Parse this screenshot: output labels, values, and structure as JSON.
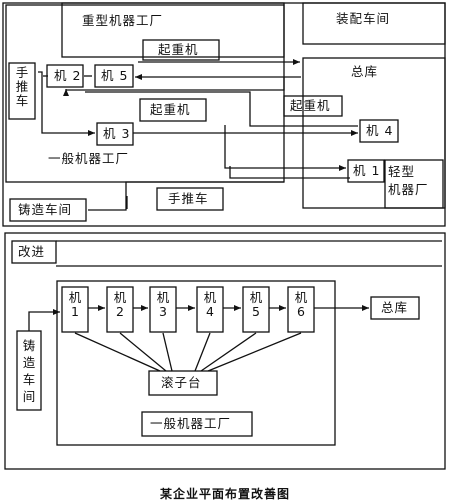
{
  "top": {
    "heavy_factory": "重型机器工厂",
    "assembly_shop": "装配车间",
    "crane_top": "起重机",
    "hand_cart_side": "手推车",
    "machine_2": "机 2",
    "machine_5": "机 5",
    "main_warehouse": "总库",
    "crane_mid": "起重机",
    "crane_right": "起重机",
    "machine_3": "机 3",
    "machine_4": "机 4",
    "general_factory": "一般机器工厂",
    "machine_1": "机 1",
    "light_factory": "轻型\n机器厂",
    "foundry": "铸造车间",
    "hand_cart_bottom": "手推车"
  },
  "bottom": {
    "improved": "改进",
    "machines": [
      "机1",
      "机2",
      "机3",
      "机4",
      "机5",
      "机6"
    ],
    "main_warehouse": "总库",
    "foundry": "铸造车间",
    "roller_table": "滚子台",
    "general_factory": "一般机器工厂"
  },
  "caption": "某企业平面布置改善图"
}
